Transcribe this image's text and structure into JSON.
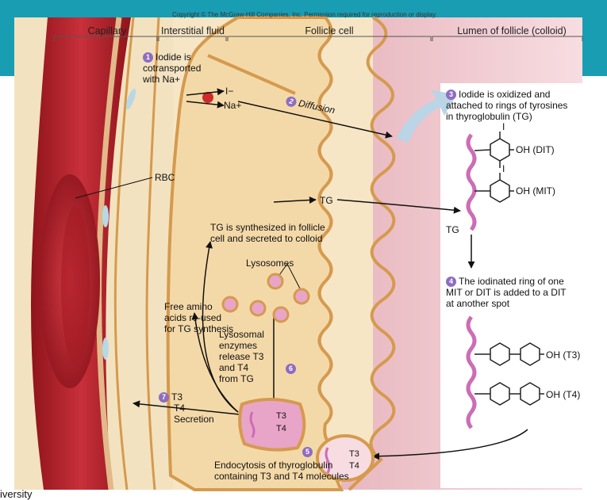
{
  "copyright": "Copyright © The McGraw-Hill Companies, Inc. Permission required for reproduction or display.",
  "regions": {
    "capillary": "Capillary",
    "interstitial": "Interstitial fluid",
    "follicle_cell": "Follicle cell",
    "lumen": "Lumen of follicle (colloid)"
  },
  "steps": {
    "s1_num": "1",
    "s1_a": "Iodide is",
    "s1_b": "cotransported",
    "s1_c": "with Na+",
    "s2_num": "2",
    "s2": "Diffusion",
    "s3_num": "3",
    "s3_a": "Iodide is oxidized and",
    "s3_b": "attached to rings of tyrosines",
    "s3_c": "in thyroglobulin (TG)",
    "s4_num": "4",
    "s4_a": "The iodinated ring of one",
    "s4_b": "MIT or DIT is added to a DIT",
    "s4_c": "at another spot",
    "s5_num": "5",
    "s5_a": "Endocytosis of thyroglobulin",
    "s5_b": "containing T3 and T4 molecules",
    "s6_num": "6",
    "s6_a": "Lysosomal",
    "s6_b": "enzymes",
    "s6_c": "release T3",
    "s6_d": "and T4",
    "s6_e": "from TG",
    "s7_num": "7",
    "s7_a": "T3",
    "s7_b": "T4",
    "s7_c": "Secretion"
  },
  "labels": {
    "iodide": "I−",
    "sodium": "Na+",
    "rbc": "RBC",
    "tg": "TG",
    "tg2": "TG",
    "tg_synth_a": "TG is synthesized in follicle",
    "tg_synth_b": "cell and secreted to colloid",
    "lysosomes": "Lysosomes",
    "amino_a": "Free amino",
    "amino_b": "acids re-used",
    "amino_c": "for TG synthesis",
    "dit": "OH (DIT)",
    "mit": "OH (MIT)",
    "t3": "OH (T3)",
    "t4": "OH (T4)",
    "i": "I",
    "vesicle_t3": "T3",
    "vesicle_t4": "T4",
    "cut_text": "iversity"
  },
  "colors": {
    "banner": "#199db3",
    "capillary": "#b8222a",
    "cell": "#f4d9a8",
    "membrane": "#d59a4e",
    "lumen": "#f2cfd4",
    "step_badge": "#8e6cc0",
    "tg_chain": "#cc6db5"
  }
}
